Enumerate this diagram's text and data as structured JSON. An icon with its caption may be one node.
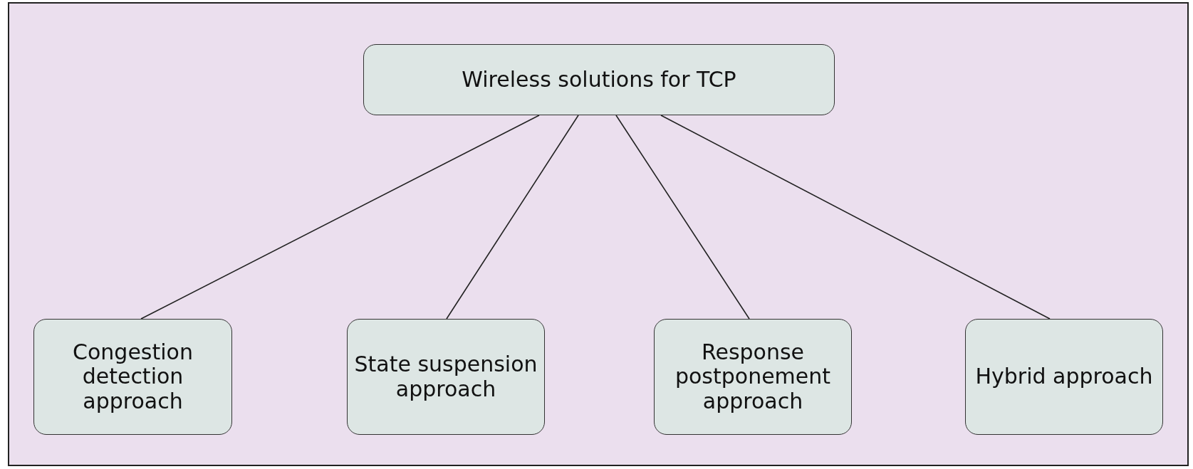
{
  "diagram": {
    "nodes": [
      {
        "text": [
          "Wireless solutions for TCP"
        ]
      },
      {
        "text": [
          "Congestion detection approach"
        ]
      },
      {
        "text": [
          "State suspension approach"
        ]
      },
      {
        "text": [
          "Response postponement approach"
        ]
      },
      {
        "text": [
          "Hybrid approach"
        ]
      }
    ],
    "edges": [
      {
        "from": 0,
        "to": 1,
        "arrow": "none"
      },
      {
        "from": 0,
        "to": 2,
        "arrow": "none"
      },
      {
        "from": 0,
        "to": 3,
        "arrow": "none"
      },
      {
        "from": 0,
        "to": 4,
        "arrow": "none"
      }
    ]
  }
}
